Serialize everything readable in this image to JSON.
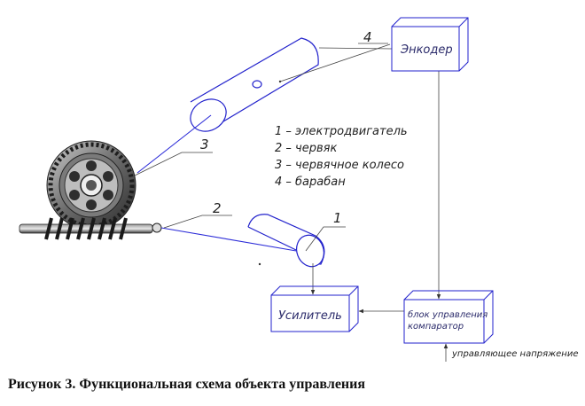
{
  "legend": [
    "1 – электродвигатель",
    "2 – червяк",
    "3 – червячное колесо",
    "4 – барабан"
  ],
  "callouts": {
    "motor": "1",
    "worm": "2",
    "wheel": "3",
    "drum": "4"
  },
  "blocks": {
    "encoder": "Энкодер",
    "amplifier": "Усилитель",
    "control_line1": "блок управления",
    "control_line2": "компаратор"
  },
  "input_label": "управляющее напряжение",
  "caption": "Рисунок 3. Функциональная схема объекта управления",
  "colors": {
    "wire": "#2b2bd8",
    "outline": "#2222cc",
    "gear": "#555555"
  }
}
